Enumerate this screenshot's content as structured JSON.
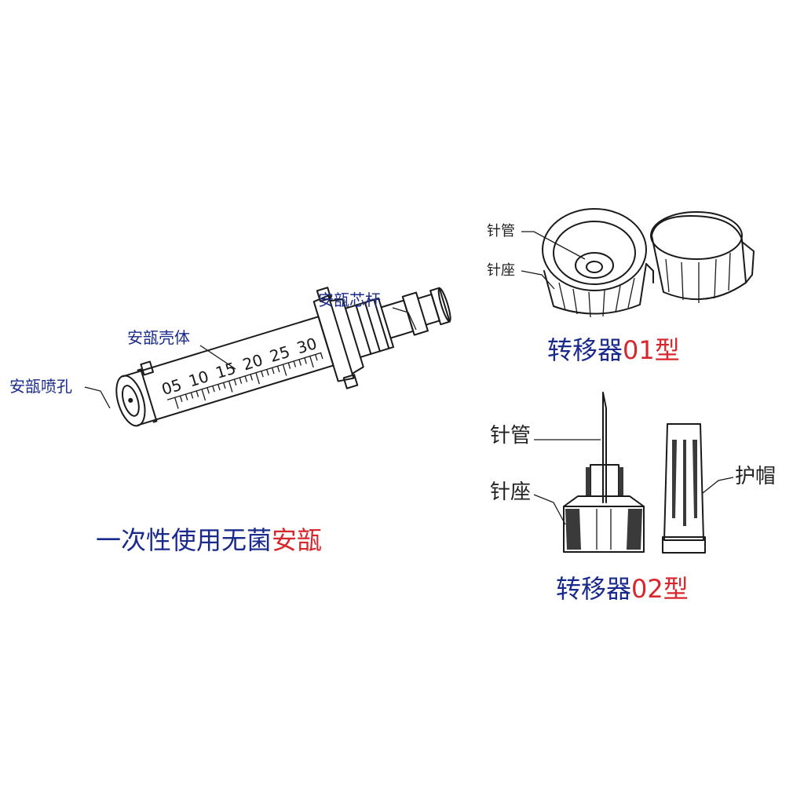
{
  "ampoule": {
    "label_plunger": "安瓿芯杆",
    "label_body": "安瓿壳体",
    "label_nozzle": "安瓿喷孔",
    "scale_ticks": [
      "05",
      "10",
      "15",
      "20",
      "25",
      "30"
    ],
    "caption_main": "一次性使用无菌",
    "caption_accent": "安瓿"
  },
  "transfer01": {
    "label_needle_tube": "针管",
    "label_needle_hub": "针座",
    "caption_main": "转移器",
    "caption_accent": "01型"
  },
  "transfer02": {
    "label_needle_tube": "针管",
    "label_needle_hub": "针座",
    "label_cap": "护帽",
    "caption_main": "转移器",
    "caption_accent": "02型"
  },
  "colors": {
    "label_blue": "#1a2a8c",
    "accent_red": "#d7262c"
  }
}
